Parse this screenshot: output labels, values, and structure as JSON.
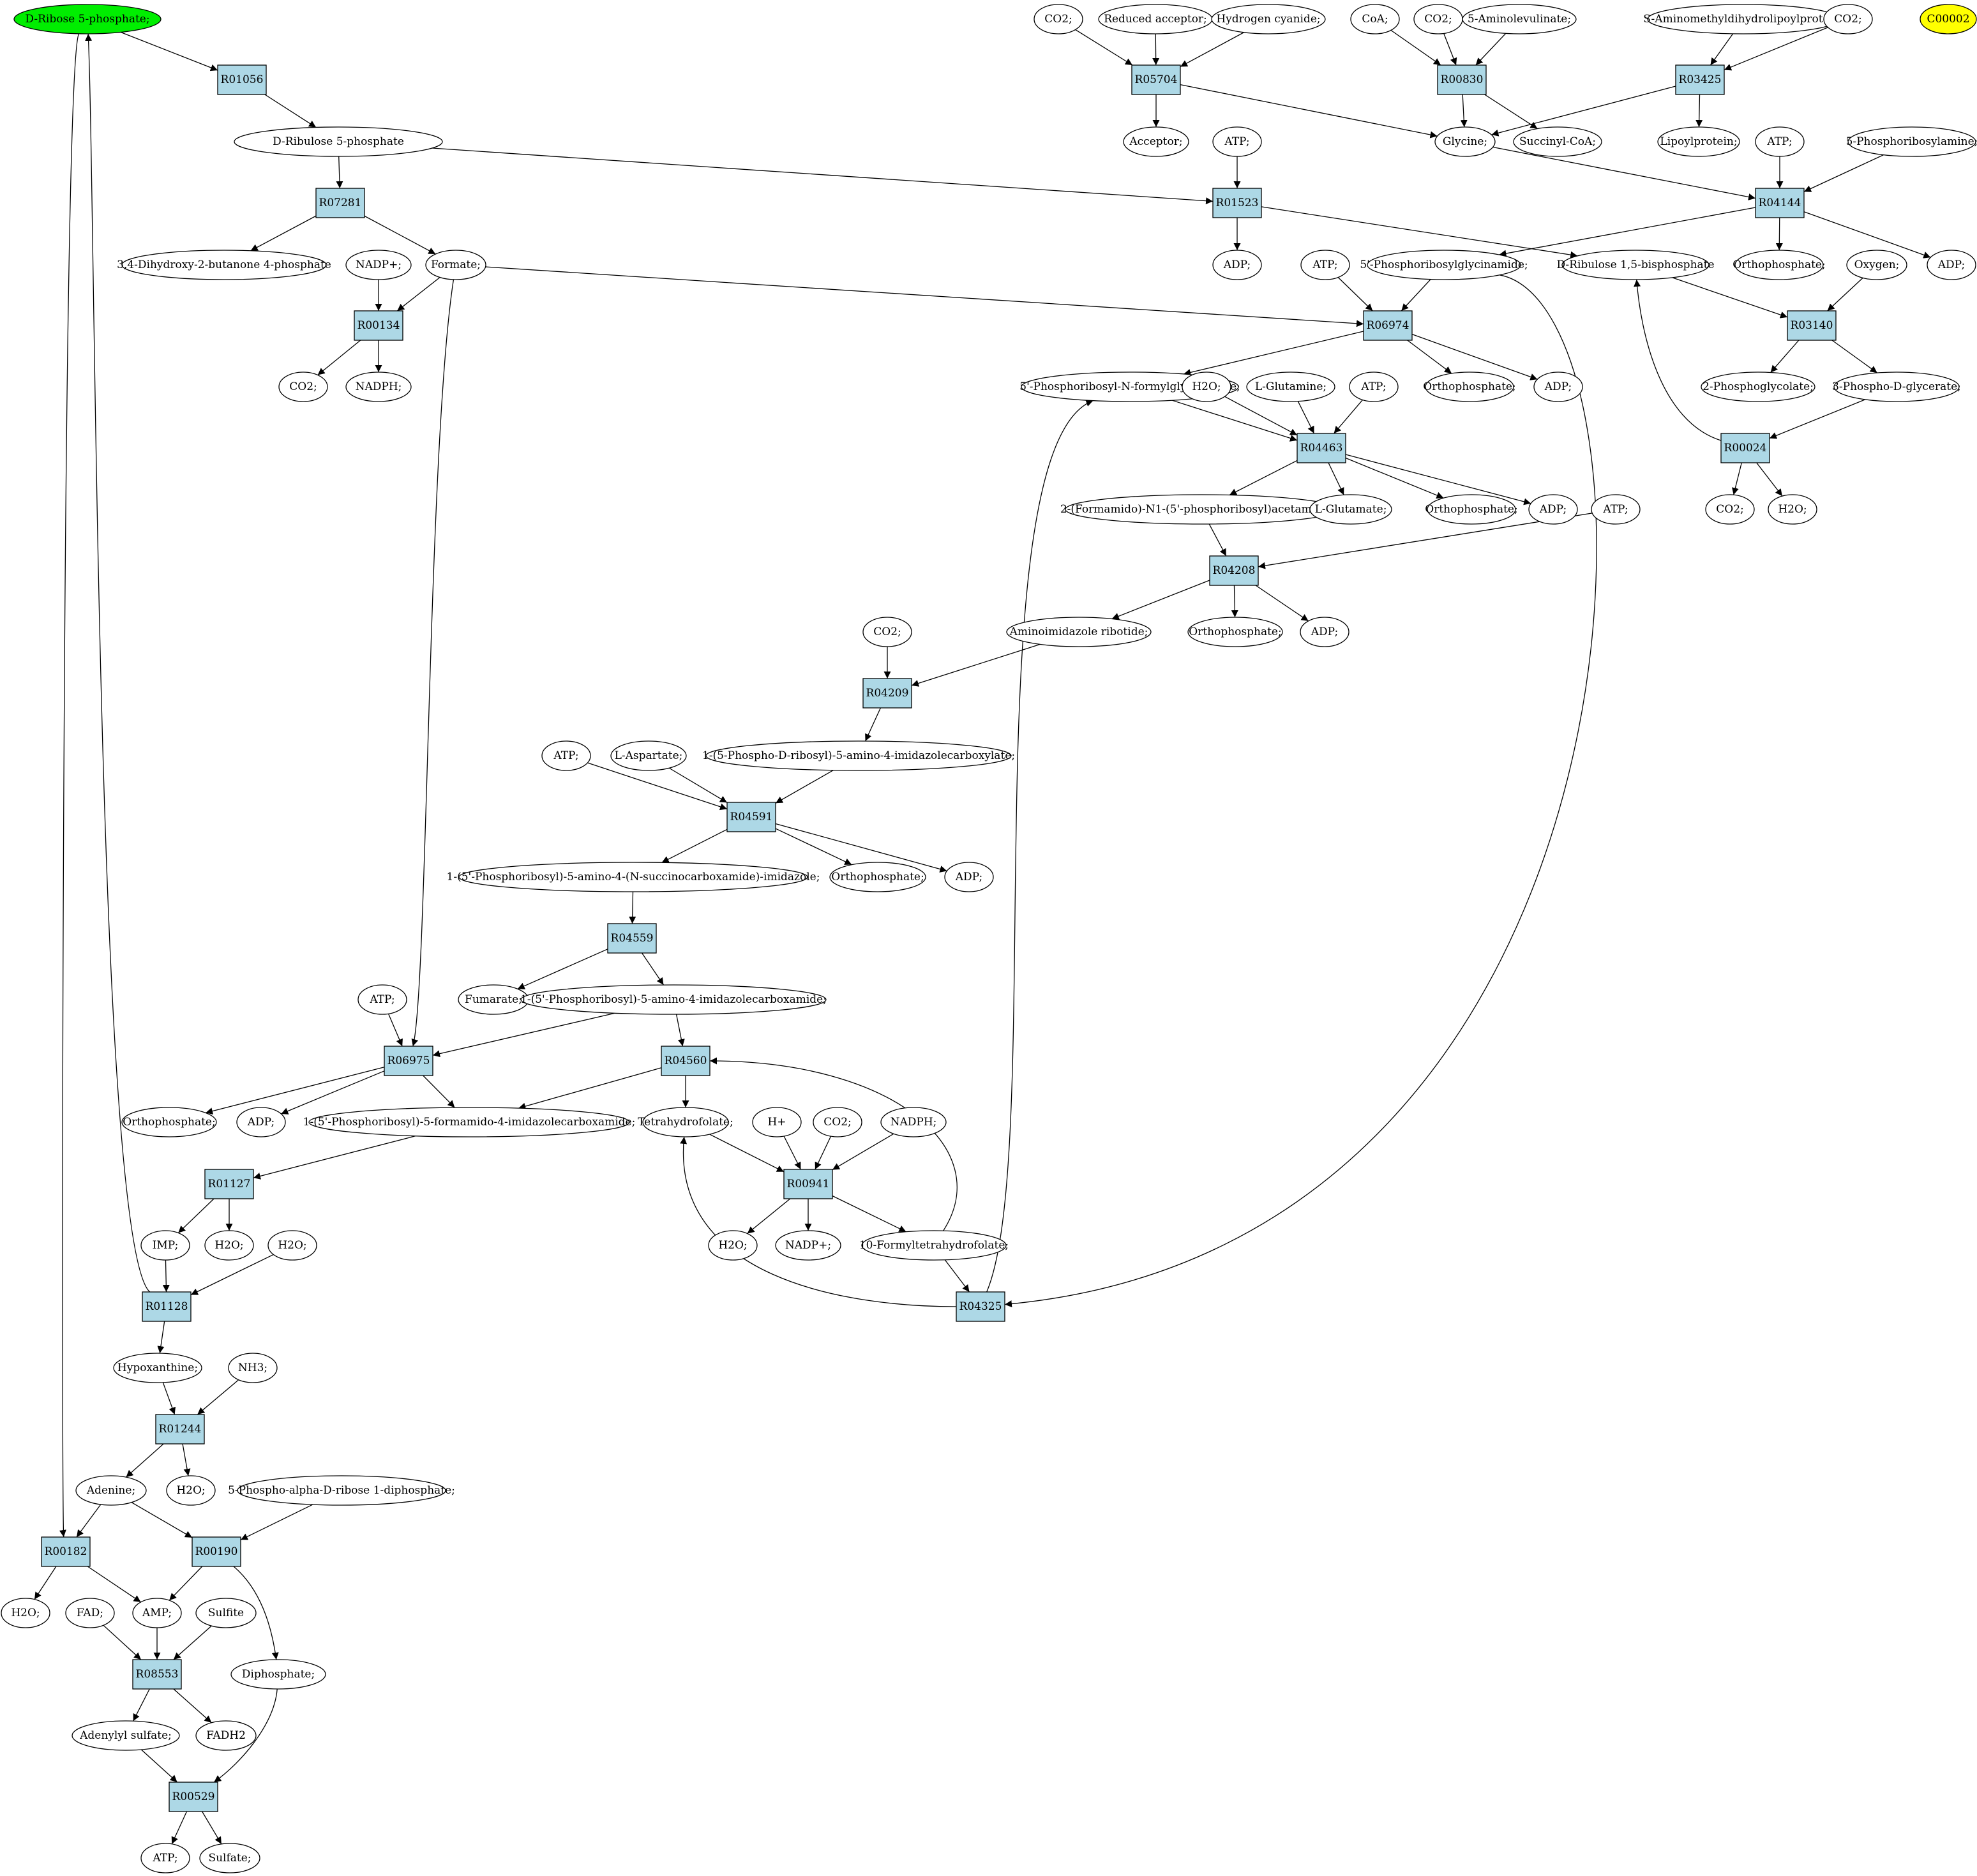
{
  "colors": {
    "compound_fill": "#ffffff",
    "reaction_fill": "#add8e6",
    "start_fill": "#00ee00",
    "highlight_fill": "#ffff00",
    "stroke": "#000000"
  },
  "nodes": [
    {
      "id": "c_r5p",
      "label": "D-Ribose 5-phosphate;",
      "kind": "start"
    },
    {
      "id": "R01056",
      "label": "R01056",
      "kind": "reaction"
    },
    {
      "id": "c_ru5p",
      "label": "D-Ribulose 5-phosphate",
      "kind": "compound"
    },
    {
      "id": "R07281",
      "label": "R07281",
      "kind": "reaction"
    },
    {
      "id": "c_dhbp",
      "label": "3,4-Dihydroxy-2-butanone 4-phosphate",
      "kind": "compound"
    },
    {
      "id": "c_formate",
      "label": "Formate;",
      "kind": "compound"
    },
    {
      "id": "c_nadp_a",
      "label": "NADP+;",
      "kind": "compound"
    },
    {
      "id": "R00134",
      "label": "R00134",
      "kind": "reaction"
    },
    {
      "id": "c_co2_a",
      "label": "CO2;",
      "kind": "compound"
    },
    {
      "id": "c_nadph_a",
      "label": "NADPH;",
      "kind": "compound"
    },
    {
      "id": "c_co2_b",
      "label": "CO2;",
      "kind": "compound"
    },
    {
      "id": "c_redacc",
      "label": "Reduced acceptor;",
      "kind": "compound"
    },
    {
      "id": "c_hcn",
      "label": "Hydrogen cyanide;",
      "kind": "compound"
    },
    {
      "id": "R05704",
      "label": "R05704",
      "kind": "reaction"
    },
    {
      "id": "c_acceptor",
      "label": "Acceptor;",
      "kind": "compound"
    },
    {
      "id": "c_coa",
      "label": "CoA;",
      "kind": "compound"
    },
    {
      "id": "c_co2_c",
      "label": "CO2;",
      "kind": "compound"
    },
    {
      "id": "c_ala",
      "label": "5-Aminolevulinate;",
      "kind": "compound"
    },
    {
      "id": "R00830",
      "label": "R00830",
      "kind": "reaction"
    },
    {
      "id": "c_glycine",
      "label": "Glycine;",
      "kind": "compound"
    },
    {
      "id": "c_succoa",
      "label": "Succinyl-CoA;",
      "kind": "compound"
    },
    {
      "id": "c_samdlp",
      "label": "S-Aminomethyldihydrolipoylprotein;",
      "kind": "compound"
    },
    {
      "id": "c_co2_d",
      "label": "CO2;",
      "kind": "compound"
    },
    {
      "id": "c_c00002",
      "label": "C00002",
      "kind": "highlight"
    },
    {
      "id": "R03425",
      "label": "R03425",
      "kind": "reaction"
    },
    {
      "id": "c_lipoyl",
      "label": "Lipoylprotein;",
      "kind": "compound"
    },
    {
      "id": "c_atp_a",
      "label": "ATP;",
      "kind": "compound"
    },
    {
      "id": "R01523",
      "label": "R01523",
      "kind": "reaction"
    },
    {
      "id": "c_adp_a",
      "label": "ADP;",
      "kind": "compound"
    },
    {
      "id": "c_atp_b",
      "label": "ATP;",
      "kind": "compound"
    },
    {
      "id": "c_5pra",
      "label": "5-Phosphoribosylamine;",
      "kind": "compound"
    },
    {
      "id": "R04144",
      "label": "R04144",
      "kind": "reaction"
    },
    {
      "id": "c_gar",
      "label": "5'-Phosphoribosylglycinamide;",
      "kind": "compound"
    },
    {
      "id": "c_rubp",
      "label": "D-Ribulose 1,5-bisphosphate",
      "kind": "compound"
    },
    {
      "id": "c_pi_a",
      "label": "Orthophosphate;",
      "kind": "compound"
    },
    {
      "id": "c_adp_b",
      "label": "ADP;",
      "kind": "compound"
    },
    {
      "id": "c_atp_c",
      "label": "ATP;",
      "kind": "compound"
    },
    {
      "id": "c_oxygen",
      "label": "Oxygen;",
      "kind": "compound"
    },
    {
      "id": "R06974",
      "label": "R06974",
      "kind": "reaction"
    },
    {
      "id": "R03140",
      "label": "R03140",
      "kind": "reaction"
    },
    {
      "id": "c_fgar",
      "label": "5'-Phosphoribosyl-N-formylglycinamide;",
      "kind": "compound"
    },
    {
      "id": "c_pi_b",
      "label": "Orthophosphate;",
      "kind": "compound"
    },
    {
      "id": "c_adp_c",
      "label": "ADP;",
      "kind": "compound"
    },
    {
      "id": "c_2pg",
      "label": "2-Phosphoglycolate;",
      "kind": "compound"
    },
    {
      "id": "c_3pg",
      "label": "3-Phospho-D-glycerate;",
      "kind": "compound"
    },
    {
      "id": "c_h2o_a",
      "label": "H2O;",
      "kind": "compound"
    },
    {
      "id": "c_gln",
      "label": "L-Glutamine;",
      "kind": "compound"
    },
    {
      "id": "c_atp_d",
      "label": "ATP;",
      "kind": "compound"
    },
    {
      "id": "R04463",
      "label": "R04463",
      "kind": "reaction"
    },
    {
      "id": "R00024",
      "label": "R00024",
      "kind": "reaction"
    },
    {
      "id": "c_fgam",
      "label": "2-(Formamido)-N1-(5'-phosphoribosyl)acetamidine;",
      "kind": "compound"
    },
    {
      "id": "c_glu",
      "label": "L-Glutamate;",
      "kind": "compound"
    },
    {
      "id": "c_pi_c",
      "label": "Orthophosphate;",
      "kind": "compound"
    },
    {
      "id": "c_adp_d",
      "label": "ADP;",
      "kind": "compound"
    },
    {
      "id": "c_atp_e",
      "label": "ATP;",
      "kind": "compound"
    },
    {
      "id": "c_co2_e",
      "label": "CO2;",
      "kind": "compound"
    },
    {
      "id": "c_h2o_b",
      "label": "H2O;",
      "kind": "compound"
    },
    {
      "id": "R04208",
      "label": "R04208",
      "kind": "reaction"
    },
    {
      "id": "c_air",
      "label": "Aminoimidazole ribotide;",
      "kind": "compound"
    },
    {
      "id": "c_pi_d",
      "label": "Orthophosphate;",
      "kind": "compound"
    },
    {
      "id": "c_adp_e",
      "label": "ADP;",
      "kind": "compound"
    },
    {
      "id": "c_co2_f",
      "label": "CO2;",
      "kind": "compound"
    },
    {
      "id": "R04209",
      "label": "R04209",
      "kind": "reaction"
    },
    {
      "id": "c_atp_f",
      "label": "ATP;",
      "kind": "compound"
    },
    {
      "id": "c_asp",
      "label": "L-Aspartate;",
      "kind": "compound"
    },
    {
      "id": "c_cair",
      "label": "1-(5-Phospho-D-ribosyl)-5-amino-4-imidazolecarboxylate;",
      "kind": "compound"
    },
    {
      "id": "R04591",
      "label": "R04591",
      "kind": "reaction"
    },
    {
      "id": "c_saicar",
      "label": "1-(5'-Phosphoribosyl)-5-amino-4-(N-succinocarboxamide)-imidazole;",
      "kind": "compound"
    },
    {
      "id": "c_pi_e",
      "label": "Orthophosphate;",
      "kind": "compound"
    },
    {
      "id": "c_adp_f",
      "label": "ADP;",
      "kind": "compound"
    },
    {
      "id": "R04559",
      "label": "R04559",
      "kind": "reaction"
    },
    {
      "id": "c_fumarate",
      "label": "Fumarate;",
      "kind": "compound"
    },
    {
      "id": "c_aicar",
      "label": "1-(5'-Phosphoribosyl)-5-amino-4-imidazolecarboxamide;",
      "kind": "compound"
    },
    {
      "id": "c_atp_g",
      "label": "ATP;",
      "kind": "compound"
    },
    {
      "id": "R06975",
      "label": "R06975",
      "kind": "reaction"
    },
    {
      "id": "R04560",
      "label": "R04560",
      "kind": "reaction"
    },
    {
      "id": "c_pi_f",
      "label": "Orthophosphate;",
      "kind": "compound"
    },
    {
      "id": "c_adp_g",
      "label": "ADP;",
      "kind": "compound"
    },
    {
      "id": "c_faicar",
      "label": "1-(5'-Phosphoribosyl)-5-formamido-4-imidazolecarboxamide;",
      "kind": "compound"
    },
    {
      "id": "c_thf",
      "label": "Tetrahydrofolate;",
      "kind": "compound"
    },
    {
      "id": "c_hplus",
      "label": "H+",
      "kind": "compound"
    },
    {
      "id": "c_co2_g",
      "label": "CO2;",
      "kind": "compound"
    },
    {
      "id": "c_nadph_b",
      "label": "NADPH;",
      "kind": "compound"
    },
    {
      "id": "R00941",
      "label": "R00941",
      "kind": "reaction"
    },
    {
      "id": "R01127",
      "label": "R01127",
      "kind": "reaction"
    },
    {
      "id": "c_imp",
      "label": "IMP;",
      "kind": "compound"
    },
    {
      "id": "c_h2o_c",
      "label": "H2O;",
      "kind": "compound"
    },
    {
      "id": "c_h2o_d",
      "label": "H2O;",
      "kind": "compound"
    },
    {
      "id": "c_h2o_e",
      "label": "H2O;",
      "kind": "compound"
    },
    {
      "id": "c_nadp_b",
      "label": "NADP+;",
      "kind": "compound"
    },
    {
      "id": "c_10fthf",
      "label": "10-Formyltetrahydrofolate;",
      "kind": "compound"
    },
    {
      "id": "R01128",
      "label": "R01128",
      "kind": "reaction"
    },
    {
      "id": "R04325",
      "label": "R04325",
      "kind": "reaction"
    },
    {
      "id": "c_hypox",
      "label": "Hypoxanthine;",
      "kind": "compound"
    },
    {
      "id": "c_nh3",
      "label": "NH3;",
      "kind": "compound"
    },
    {
      "id": "R01244",
      "label": "R01244",
      "kind": "reaction"
    },
    {
      "id": "c_adenine",
      "label": "Adenine;",
      "kind": "compound"
    },
    {
      "id": "c_h2o_f",
      "label": "H2O;",
      "kind": "compound"
    },
    {
      "id": "c_prpp",
      "label": "5-Phospho-alpha-D-ribose 1-diphosphate;",
      "kind": "compound"
    },
    {
      "id": "R00182",
      "label": "R00182",
      "kind": "reaction"
    },
    {
      "id": "R00190",
      "label": "R00190",
      "kind": "reaction"
    },
    {
      "id": "c_h2o_g",
      "label": "H2O;",
      "kind": "compound"
    },
    {
      "id": "c_fad",
      "label": "FAD;",
      "kind": "compound"
    },
    {
      "id": "c_amp",
      "label": "AMP;",
      "kind": "compound"
    },
    {
      "id": "c_sulfite",
      "label": "Sulfite",
      "kind": "compound"
    },
    {
      "id": "R08553",
      "label": "R08553",
      "kind": "reaction"
    },
    {
      "id": "c_diphos",
      "label": "Diphosphate;",
      "kind": "compound"
    },
    {
      "id": "c_aps",
      "label": "Adenylyl sulfate;",
      "kind": "compound"
    },
    {
      "id": "c_fadh2",
      "label": "FADH2",
      "kind": "compound"
    },
    {
      "id": "R00529",
      "label": "R00529",
      "kind": "reaction"
    },
    {
      "id": "c_atp_h",
      "label": "ATP;",
      "kind": "compound"
    },
    {
      "id": "c_sulfate",
      "label": "Sulfate;",
      "kind": "compound"
    }
  ],
  "edges": [
    {
      "from": "c_r5p",
      "to": "R01056"
    },
    {
      "from": "R01056",
      "to": "c_ru5p"
    },
    {
      "from": "c_ru5p",
      "to": "R07281"
    },
    {
      "from": "R07281",
      "to": "c_dhbp"
    },
    {
      "from": "R07281",
      "to": "c_formate"
    },
    {
      "from": "c_nadp_a",
      "to": "R00134"
    },
    {
      "from": "c_formate",
      "to": "R00134"
    },
    {
      "from": "R00134",
      "to": "c_co2_a"
    },
    {
      "from": "R00134",
      "to": "c_nadph_a"
    },
    {
      "from": "c_formate",
      "to": "R06974"
    },
    {
      "from": "c_formate",
      "to": "R06975"
    },
    {
      "from": "c_ru5p",
      "to": "R01523"
    },
    {
      "from": "c_atp_a",
      "to": "R01523"
    },
    {
      "from": "R01523",
      "to": "c_adp_a"
    },
    {
      "from": "R01523",
      "to": "c_rubp"
    },
    {
      "from": "c_co2_b",
      "to": "R05704"
    },
    {
      "from": "c_redacc",
      "to": "R05704"
    },
    {
      "from": "c_hcn",
      "to": "R05704"
    },
    {
      "from": "R05704",
      "to": "c_acceptor"
    },
    {
      "from": "R05704",
      "to": "c_glycine"
    },
    {
      "from": "c_coa",
      "to": "R00830"
    },
    {
      "from": "c_co2_c",
      "to": "R00830"
    },
    {
      "from": "c_ala",
      "to": "R00830"
    },
    {
      "from": "R00830",
      "to": "c_glycine"
    },
    {
      "from": "R00830",
      "to": "c_succoa"
    },
    {
      "from": "c_samdlp",
      "to": "R03425"
    },
    {
      "from": "c_co2_d",
      "to": "R03425"
    },
    {
      "from": "R03425",
      "to": "c_glycine"
    },
    {
      "from": "R03425",
      "to": "c_lipoyl"
    },
    {
      "from": "c_glycine",
      "to": "R04144"
    },
    {
      "from": "c_atp_b",
      "to": "R04144"
    },
    {
      "from": "c_5pra",
      "to": "R04144"
    },
    {
      "from": "R04144",
      "to": "c_gar"
    },
    {
      "from": "R04144",
      "to": "c_pi_a"
    },
    {
      "from": "R04144",
      "to": "c_adp_b"
    },
    {
      "from": "c_atp_c",
      "to": "R06974"
    },
    {
      "from": "c_gar",
      "to": "R06974"
    },
    {
      "from": "R06974",
      "to": "c_fgar"
    },
    {
      "from": "R06974",
      "to": "c_pi_b"
    },
    {
      "from": "R06974",
      "to": "c_adp_c"
    },
    {
      "from": "c_rubp",
      "to": "R03140"
    },
    {
      "from": "c_oxygen",
      "to": "R03140"
    },
    {
      "from": "R03140",
      "to": "c_2pg"
    },
    {
      "from": "R03140",
      "to": "c_3pg"
    },
    {
      "from": "c_3pg",
      "to": "R00024"
    },
    {
      "from": "R00024",
      "to": "c_rubp"
    },
    {
      "from": "R00024",
      "to": "c_co2_e"
    },
    {
      "from": "R00024",
      "to": "c_h2o_b"
    },
    {
      "from": "c_fgar",
      "to": "R04463"
    },
    {
      "from": "c_h2o_a",
      "to": "R04463"
    },
    {
      "from": "c_gln",
      "to": "R04463"
    },
    {
      "from": "c_atp_d",
      "to": "R04463"
    },
    {
      "from": "R04463",
      "to": "c_fgam"
    },
    {
      "from": "R04463",
      "to": "c_glu"
    },
    {
      "from": "R04463",
      "to": "c_pi_c"
    },
    {
      "from": "R04463",
      "to": "c_adp_d"
    },
    {
      "from": "c_fgam",
      "to": "R04208"
    },
    {
      "from": "c_atp_e",
      "to": "R04208"
    },
    {
      "from": "R04208",
      "to": "c_air"
    },
    {
      "from": "R04208",
      "to": "c_pi_d"
    },
    {
      "from": "R04208",
      "to": "c_adp_e"
    },
    {
      "from": "c_air",
      "to": "R04209"
    },
    {
      "from": "c_co2_f",
      "to": "R04209"
    },
    {
      "from": "R04209",
      "to": "c_cair"
    },
    {
      "from": "c_atp_f",
      "to": "R04591"
    },
    {
      "from": "c_asp",
      "to": "R04591"
    },
    {
      "from": "c_cair",
      "to": "R04591"
    },
    {
      "from": "R04591",
      "to": "c_saicar"
    },
    {
      "from": "R04591",
      "to": "c_pi_e"
    },
    {
      "from": "R04591",
      "to": "c_adp_f"
    },
    {
      "from": "c_saicar",
      "to": "R04559"
    },
    {
      "from": "R04559",
      "to": "c_fumarate"
    },
    {
      "from": "R04559",
      "to": "c_aicar"
    },
    {
      "from": "c_aicar",
      "to": "R06975"
    },
    {
      "from": "c_atp_g",
      "to": "R06975"
    },
    {
      "from": "R06975",
      "to": "c_pi_f"
    },
    {
      "from": "R06975",
      "to": "c_adp_g"
    },
    {
      "from": "R06975",
      "to": "c_faicar"
    },
    {
      "from": "c_aicar",
      "to": "R04560"
    },
    {
      "from": "c_10fthf",
      "to": "R04560"
    },
    {
      "from": "R04560",
      "to": "c_faicar"
    },
    {
      "from": "R04560",
      "to": "c_thf"
    },
    {
      "from": "c_thf",
      "to": "R00941"
    },
    {
      "from": "c_hplus",
      "to": "R00941"
    },
    {
      "from": "c_co2_g",
      "to": "R00941"
    },
    {
      "from": "c_nadph_b",
      "to": "R00941"
    },
    {
      "from": "R00941",
      "to": "c_h2o_e"
    },
    {
      "from": "R00941",
      "to": "c_nadp_b"
    },
    {
      "from": "R00941",
      "to": "c_10fthf"
    },
    {
      "from": "c_10fthf",
      "to": "R04325"
    },
    {
      "from": "c_gar",
      "to": "R04325"
    },
    {
      "from": "R04325",
      "to": "c_fgar"
    },
    {
      "from": "R04325",
      "to": "c_thf"
    },
    {
      "from": "c_faicar",
      "to": "R01127"
    },
    {
      "from": "R01127",
      "to": "c_imp"
    },
    {
      "from": "R01127",
      "to": "c_h2o_c"
    },
    {
      "from": "c_imp",
      "to": "R01128"
    },
    {
      "from": "c_h2o_d",
      "to": "R01128"
    },
    {
      "from": "R01128",
      "to": "c_r5p"
    },
    {
      "from": "R01128",
      "to": "c_hypox"
    },
    {
      "from": "c_hypox",
      "to": "R01244"
    },
    {
      "from": "c_nh3",
      "to": "R01244"
    },
    {
      "from": "R01244",
      "to": "c_adenine"
    },
    {
      "from": "R01244",
      "to": "c_h2o_f"
    },
    {
      "from": "c_r5p",
      "to": "R00182"
    },
    {
      "from": "c_adenine",
      "to": "R00182"
    },
    {
      "from": "c_adenine",
      "to": "R00190"
    },
    {
      "from": "c_prpp",
      "to": "R00190"
    },
    {
      "from": "R00182",
      "to": "c_h2o_g"
    },
    {
      "from": "R00182",
      "to": "c_amp"
    },
    {
      "from": "R00190",
      "to": "c_amp"
    },
    {
      "from": "R00190",
      "to": "c_diphos"
    },
    {
      "from": "c_fad",
      "to": "R08553"
    },
    {
      "from": "c_amp",
      "to": "R08553"
    },
    {
      "from": "c_sulfite",
      "to": "R08553"
    },
    {
      "from": "R08553",
      "to": "c_aps"
    },
    {
      "from": "R08553",
      "to": "c_fadh2"
    },
    {
      "from": "c_aps",
      "to": "R00529"
    },
    {
      "from": "c_diphos",
      "to": "R00529"
    },
    {
      "from": "R00529",
      "to": "c_atp_h"
    },
    {
      "from": "R00529",
      "to": "c_sulfate"
    }
  ]
}
